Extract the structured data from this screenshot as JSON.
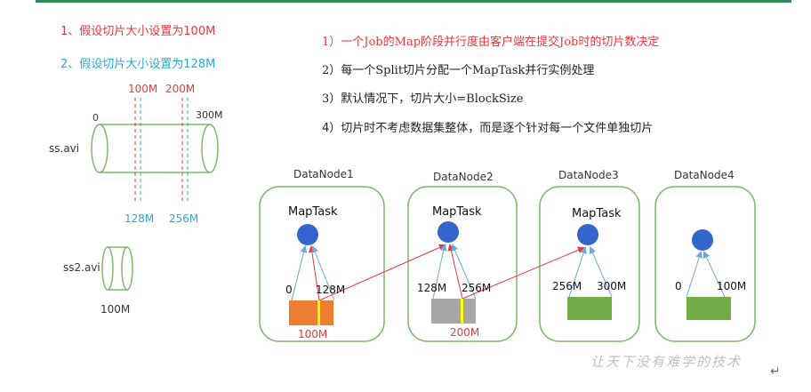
{
  "colors": {
    "accent_green": "#2e8b57",
    "red": "#e8393f",
    "blue": "#2ba8d6",
    "node_border": "#7cb96b",
    "task_circle": "#3366cc",
    "orange_block": "#ed7d31",
    "gray_block": "#a6a6a6",
    "green_block": "#70ad47",
    "split_marker": "#ffff00"
  },
  "headings": {
    "h1": "1、假设切片大小设置为100M",
    "h2": "2、假设切片大小设置为128M"
  },
  "points": [
    "1）一个Job的Map阶段并行度由客户端在提交Job时的切片数决定",
    "2）每一个Split切片分配一个MapTask并行实例处理",
    "3）默认情况下，切片大小=BlockSize",
    "4）切片时不考虑数据集整体，而是逐个针对每一个文件单独切片"
  ],
  "file1": {
    "name": "ss.avi",
    "start": "0",
    "end": "300M",
    "red_cuts": [
      "100M",
      "200M"
    ],
    "blue_cuts": [
      "128M",
      "256M"
    ]
  },
  "file2": {
    "name": "ss2.avi",
    "size": "100M"
  },
  "datanodes": [
    {
      "name": "DataNode1",
      "task": "MapTask",
      "left": "0",
      "right": "128M",
      "block": "100M"
    },
    {
      "name": "DataNode2",
      "task": "MapTask",
      "left": "128M",
      "right": "256M",
      "block": "200M"
    },
    {
      "name": "DataNode3",
      "task": "MapTask",
      "left": "256M",
      "right": "300M",
      "block": ""
    },
    {
      "name": "DataNode4",
      "task": "",
      "left": "0",
      "right": "100M",
      "block": ""
    }
  ],
  "signature": "让天下没有难学的技术",
  "corner_mark": "↵"
}
